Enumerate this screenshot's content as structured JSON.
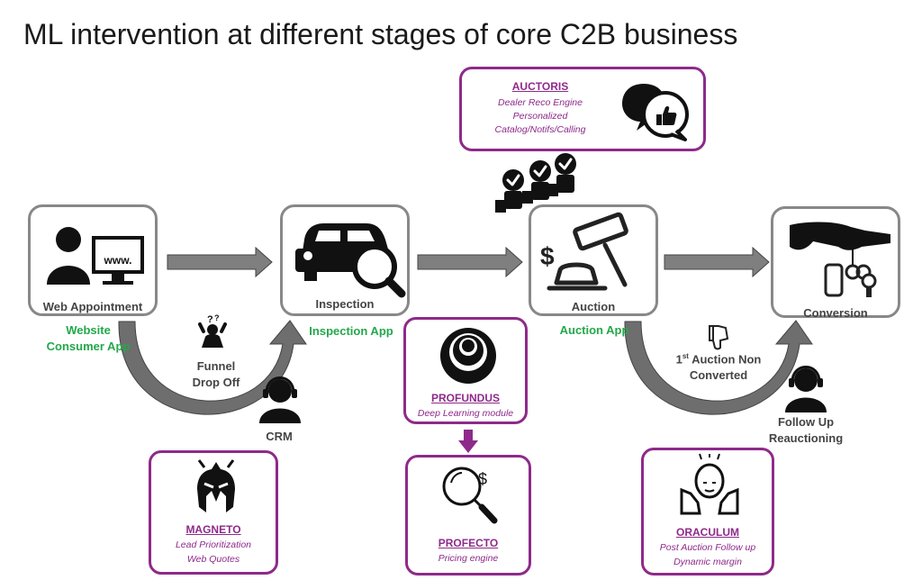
{
  "title": {
    "main": "ML intervention at different stages of core ",
    "bold": "C2B business"
  },
  "stages": [
    {
      "label": "Web Appointment",
      "app": "Website\nConsumer App"
    },
    {
      "label": "Inspection",
      "app": "Inspection App"
    },
    {
      "label": "Auction",
      "app": "Auction App"
    },
    {
      "label": "Conversion",
      "app": ""
    }
  ],
  "notes": {
    "funnel": "Funnel\nDrop Off",
    "crm": "CRM",
    "non_converted_sup": "st",
    "non_converted_pre": "1",
    "non_converted_line1": " Auction Non",
    "non_converted_line2": "Converted",
    "follow_up": "Follow Up\nReauctioning",
    "www": "www."
  },
  "ml_modules": {
    "auctoris": {
      "name": "AUCTORIS",
      "desc": [
        "Dealer Reco Engine",
        "Personalized",
        "Catalog/Notifs/Calling"
      ]
    },
    "profundus": {
      "name": "PROFUNDUS",
      "desc": [
        "Deep Learning module"
      ]
    },
    "profecto": {
      "name": "PROFECTO",
      "desc": [
        "Pricing engine"
      ]
    },
    "magneto": {
      "name": "MAGNETO",
      "desc": [
        "Lead Prioritization",
        "Web Quotes"
      ]
    },
    "oraculum": {
      "name": "ORACULUM",
      "desc": [
        "Post Auction Follow up",
        "Dynamic margin"
      ]
    }
  },
  "colors": {
    "accent": "#8e2a8a",
    "app_green": "#22a84a",
    "arrow_gray": "#7f7f7f",
    "stage_border": "#888888"
  },
  "icons": [
    "user-computer-icon",
    "car-search-icon",
    "auction-gavel-icon",
    "handover-keys-icon",
    "confused-person-icon",
    "headset-agent-icon",
    "thumbs-down-icon",
    "chat-thumbs-up-icon",
    "bidding-hands-icon",
    "layers-circle-icon",
    "search-dollar-icon",
    "helmet-icon",
    "thinking-head-icon",
    "down-arrow-icon"
  ]
}
